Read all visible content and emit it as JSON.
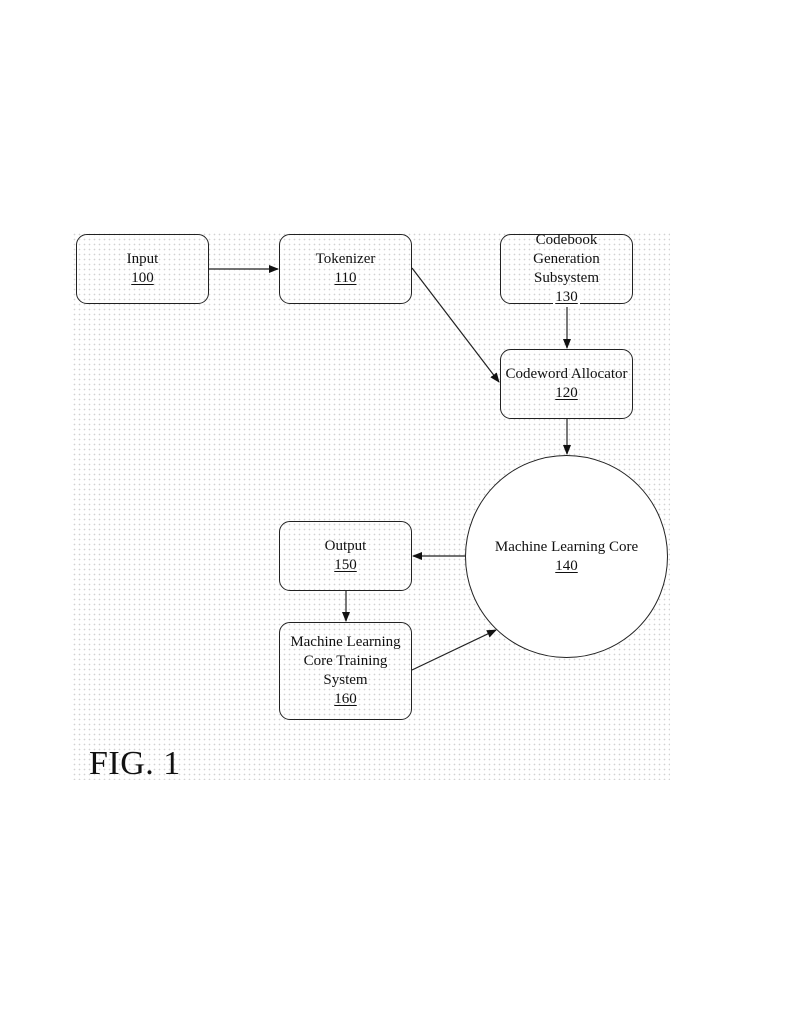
{
  "figure_label": "FIG. 1",
  "nodes": {
    "input": {
      "label": "Input",
      "ref": "100"
    },
    "tokenizer": {
      "label": "Tokenizer",
      "ref": "110"
    },
    "codebook": {
      "label_lines": [
        "Codebook",
        "Generation",
        "Subsystem"
      ],
      "ref": "130"
    },
    "allocator": {
      "label": "Codeword Allocator",
      "ref": "120"
    },
    "ml_core": {
      "label": "Machine Learning Core",
      "ref": "140"
    },
    "output": {
      "label": "Output",
      "ref": "150"
    },
    "training": {
      "label_lines": [
        "Machine Learning",
        "Core Training",
        "System"
      ],
      "ref": "160"
    }
  },
  "edges": [
    {
      "from": "input",
      "to": "tokenizer"
    },
    {
      "from": "tokenizer",
      "to": "allocator"
    },
    {
      "from": "codebook",
      "to": "allocator"
    },
    {
      "from": "allocator",
      "to": "ml_core"
    },
    {
      "from": "ml_core",
      "to": "output"
    },
    {
      "from": "output",
      "to": "training"
    },
    {
      "from": "training",
      "to": "ml_core"
    }
  ]
}
